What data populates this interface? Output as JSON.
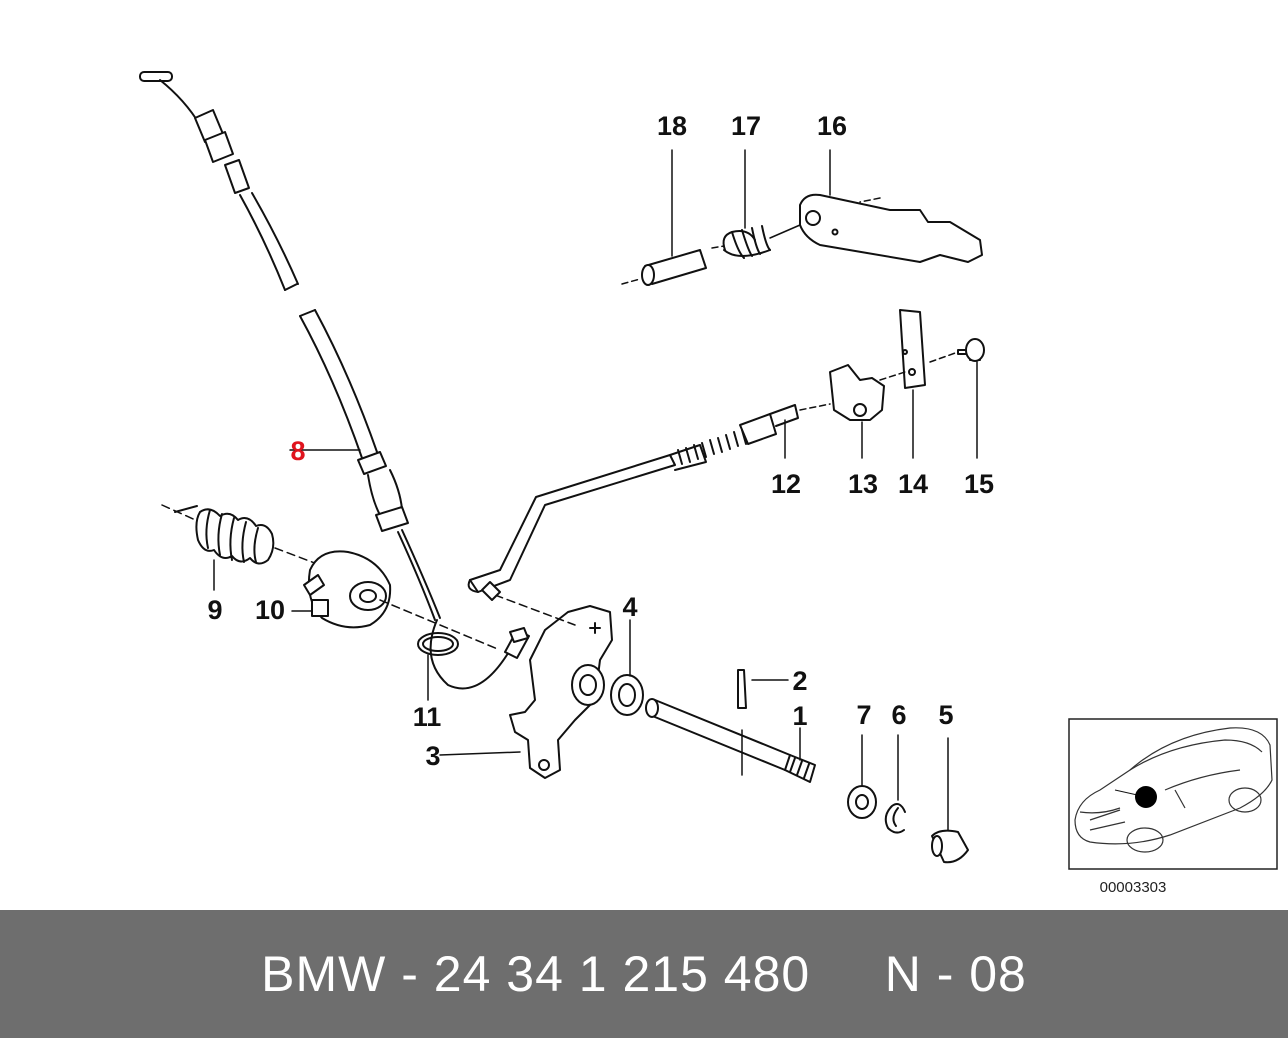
{
  "diagram": {
    "callouts": {
      "c1": "1",
      "c2": "2",
      "c3": "3",
      "c4": "4",
      "c5": "5",
      "c6": "6",
      "c7": "7",
      "c8": "8",
      "c9": "9",
      "c10": "10",
      "c11": "11",
      "c12": "12",
      "c13": "13",
      "c14": "14",
      "c15": "15",
      "c16": "16",
      "c17": "17",
      "c18": "18"
    },
    "highlighted_callout": "8",
    "highlight_color": "#e0141e",
    "reference_code": "00003303"
  },
  "footer": {
    "part_text": "BMW - 24 34 1 215 480",
    "section_text": "N - 08",
    "background_color": "#6e6e6e"
  }
}
